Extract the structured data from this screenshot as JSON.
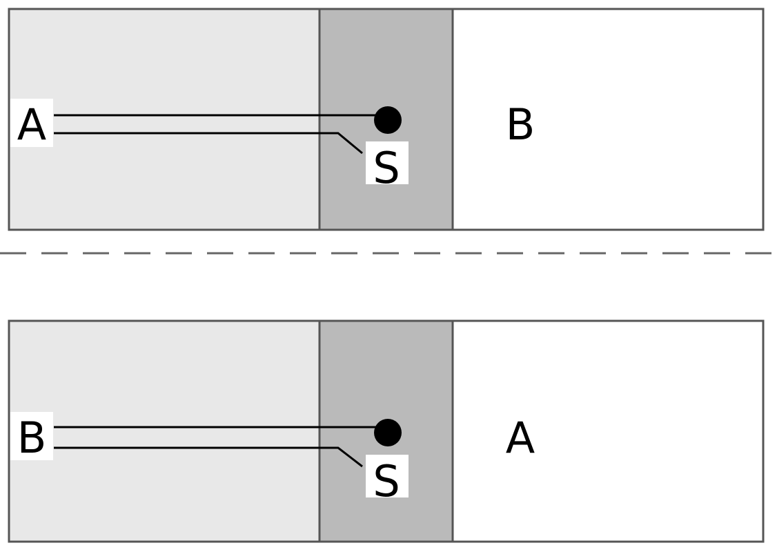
{
  "panels": [
    {
      "left_label": "A",
      "right_label": "B",
      "junction_label": "S"
    },
    {
      "left_label": "B",
      "right_label": "A",
      "junction_label": "S"
    }
  ],
  "colors": {
    "left_region": "#e8e8e8",
    "middle_region": "#bababa",
    "right_region": "#ffffff",
    "outline": "#555555",
    "divider": "#666666",
    "wire": "#000000"
  }
}
